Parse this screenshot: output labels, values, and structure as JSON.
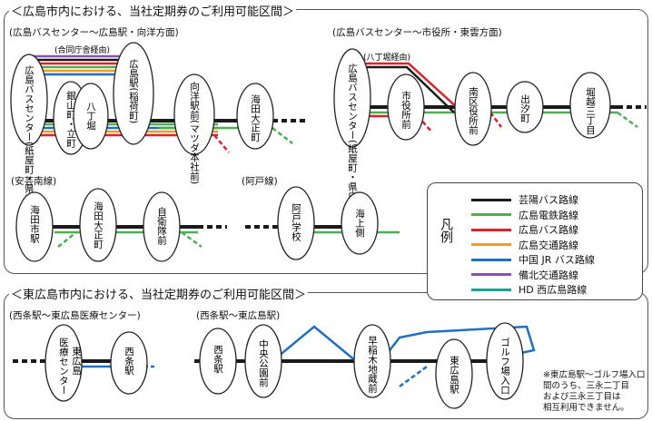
{
  "colors": {
    "geiyo": "#1a1a1a",
    "dentetsu": "#4caf50",
    "hiroden_bus": "#e0202a",
    "kotsu": "#f39a1e",
    "jr": "#1f6fc4",
    "bihoku": "#8e4fb3",
    "hd": "#1aa096"
  },
  "hiroshima": {
    "title": "＜広島市内における、当社定期券のご利用可能区間＞",
    "route1": {
      "title": "(広島バスセンター〜広島駅・向洋方面)",
      "via": "(合同庁舎経由)",
      "stops": {
        "bc": "広島バスセンター(紙屋町・県庁前)",
        "ginzan": "銀山町・立町",
        "hacchobori": "八丁堀",
        "hiroshima_eki": "広島駅(稲荷町)",
        "mukainada": "向洋駅前(マツダ本社前)",
        "kaita": "海田大正町"
      }
    },
    "route2": {
      "title": "(広島バスセンター〜市役所・東雲方面)",
      "via": "(八丁堀経由)",
      "stops": {
        "bc": "広島バスセンター(紙屋町・県庁前)",
        "shiyakusho": "市役所前",
        "minamiku": "南区役所前",
        "demachi": "出汐町",
        "horikoshi": "堀越三丁目"
      }
    },
    "route3": {
      "title": "(安芸南線)",
      "stops": {
        "kaitashi": "海田市駅",
        "kaita": "海田大正町",
        "jieitai": "自衛隊前"
      }
    },
    "route4": {
      "title": "(阿戸線)",
      "stops": {
        "ato": "阿戸学校",
        "umi": "海上側"
      }
    }
  },
  "legend": {
    "title": "凡例",
    "items": [
      {
        "label": "芸陽バス路線",
        "color": "#1a1a1a"
      },
      {
        "label": "広島電鉄路線",
        "color": "#4caf50"
      },
      {
        "label": "広島バス路線",
        "color": "#e0202a"
      },
      {
        "label": "広島交通路線",
        "color": "#f39a1e"
      },
      {
        "label": "中国 JR バス路線",
        "color": "#1f6fc4"
      },
      {
        "label": "備北交通路線",
        "color": "#8e4fb3"
      },
      {
        "label": "HD 西広島路線",
        "color": "#1aa096"
      }
    ]
  },
  "higashi": {
    "title": "＜東広島市内における、当社定期券のご利用可能区間＞",
    "route1": {
      "title": "(西条駅〜東広島医療センター)",
      "stops": {
        "iryo": "医療センター",
        "higashi": "東広島",
        "saijo": "西条駅"
      }
    },
    "route2": {
      "title": "(西条駅〜東広島駅)",
      "stops": {
        "saijo": "西条駅",
        "chuo": "中央公園前",
        "waseda": "早稲木地蔵前",
        "higashi_eki": "東広島駅",
        "golf": "ゴルフ場入口"
      }
    },
    "note": [
      "※東広島駅〜ゴルフ場入口",
      "間のうち、三永二丁目",
      "および三永三丁目は",
      "相互利用できません。"
    ]
  }
}
